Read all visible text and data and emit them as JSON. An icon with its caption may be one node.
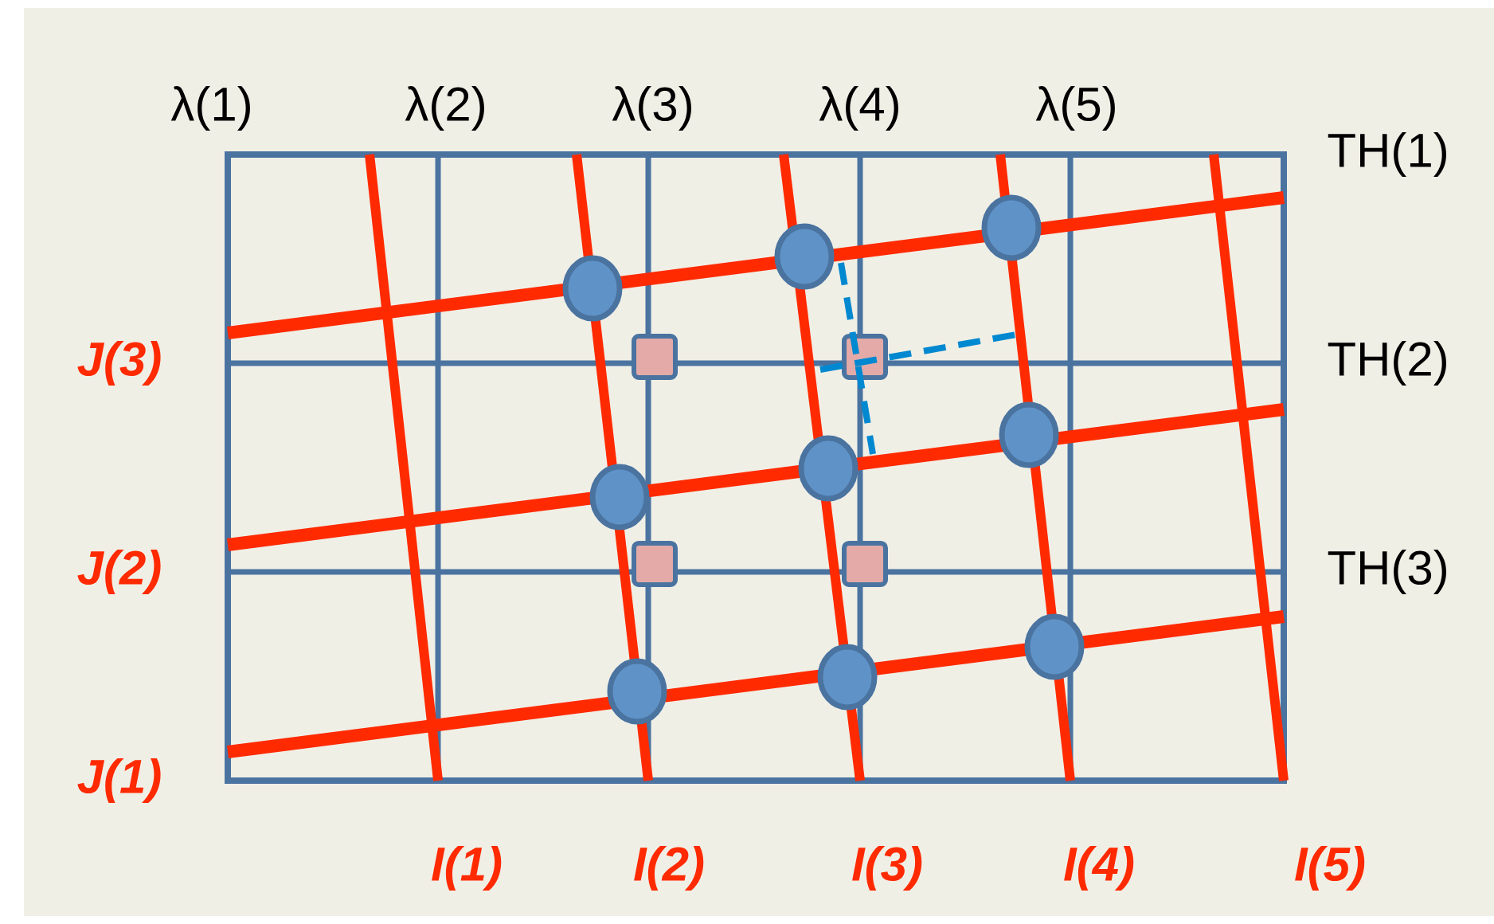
{
  "diagram": {
    "labels": [
      "λ(1)",
      "λ(2)",
      "λ(3)",
      "λ(4)",
      "λ(5)",
      "TH(1)",
      "J(3)",
      "TH(2)",
      "J(2)",
      "TH(3)",
      "J(1)",
      "I(1)",
      "I(2)",
      "I(3)",
      "I(4)",
      "I(5)"
    ]
  }
}
